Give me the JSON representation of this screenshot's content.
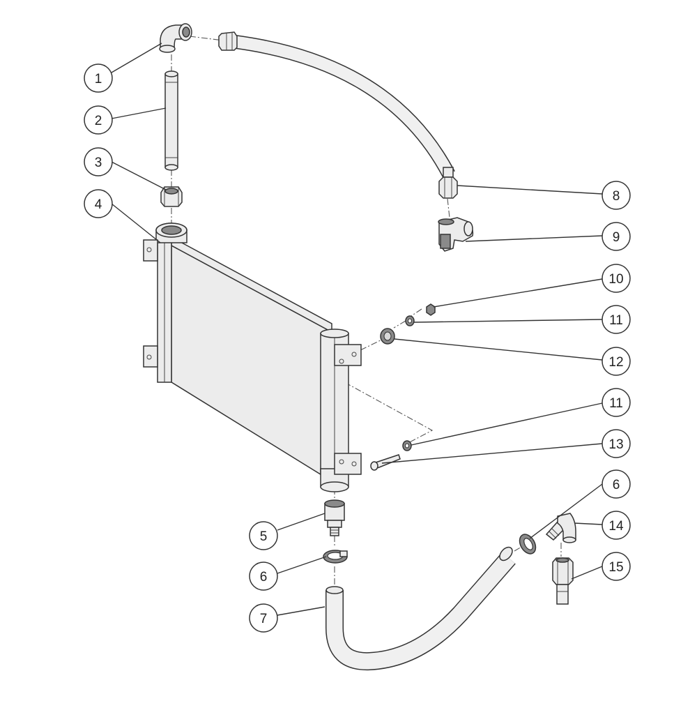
{
  "diagram": {
    "callouts": [
      {
        "id": "c1",
        "label": "1"
      },
      {
        "id": "c2",
        "label": "2"
      },
      {
        "id": "c3",
        "label": "3"
      },
      {
        "id": "c4",
        "label": "4"
      },
      {
        "id": "c5",
        "label": "5"
      },
      {
        "id": "c6a",
        "label": "6"
      },
      {
        "id": "c7",
        "label": "7"
      },
      {
        "id": "c8",
        "label": "8"
      },
      {
        "id": "c9",
        "label": "9"
      },
      {
        "id": "c10",
        "label": "10"
      },
      {
        "id": "c11a",
        "label": "11"
      },
      {
        "id": "c12",
        "label": "12"
      },
      {
        "id": "c11b",
        "label": "11"
      },
      {
        "id": "c13",
        "label": "13"
      },
      {
        "id": "c6b",
        "label": "6"
      },
      {
        "id": "c14",
        "label": "14"
      },
      {
        "id": "c15",
        "label": "15"
      }
    ]
  }
}
